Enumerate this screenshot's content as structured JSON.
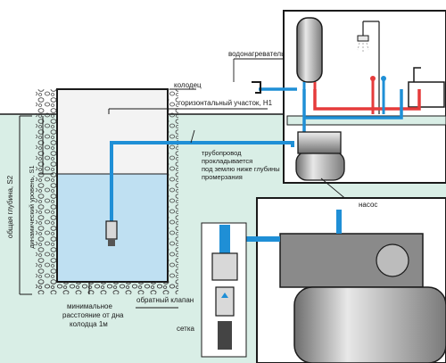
{
  "labels": {
    "water_heater": "водонагреватель",
    "well": "колодец",
    "horizontal_section": "горизонтальный участок, H1",
    "pipeline_line1": "трубопровод",
    "pipeline_line2": "прокладывается",
    "pipeline_line3": "под землю ниже глубины",
    "pipeline_line4": "промерзания",
    "total_depth": "общая глубина, S2",
    "dynamic_level": "динамический уровень, S1",
    "min_distance_line1": "минимальное",
    "min_distance_line2": "расстояние от дна",
    "min_distance_line3": "колодца 1м",
    "pump": "насос",
    "check_valve": "обратный клапан",
    "mesh": "сетка"
  },
  "colors": {
    "ground": "#d9eee6",
    "water": "#bfe0f2",
    "pipe_blue": "#1f8fd6",
    "pipe_red": "#e53b3b",
    "outline": "#1a1a1a"
  }
}
